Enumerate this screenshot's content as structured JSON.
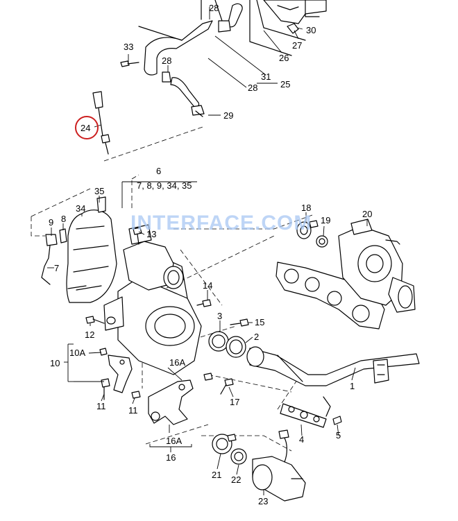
{
  "diagram": {
    "watermark": "INTERFACE.COM",
    "highlighted_callout": "24",
    "callouts": {
      "c1": "1",
      "c2": "2",
      "c3": "3",
      "c4": "4",
      "c5": "5",
      "c6": "6",
      "c6_list": "7, 8, 9, 34, 35",
      "c7": "7",
      "c8": "8",
      "c9": "9",
      "c10": "10",
      "c10a": "10A",
      "c11a": "11",
      "c11b": "11",
      "c12": "12",
      "c13": "13",
      "c14": "14",
      "c15": "15",
      "c16": "16",
      "c16a_top": "16A",
      "c16a_bottom": "16A",
      "c17": "17",
      "c18": "18",
      "c19": "19",
      "c20": "20",
      "c21": "21",
      "c22": "22",
      "c23": "23",
      "c24": "24",
      "c25": "25",
      "c26": "26",
      "c27": "27",
      "c28a": "28",
      "c28b": "28",
      "c28c": "28",
      "c29": "29",
      "c30": "30",
      "c31": "31",
      "c33": "33",
      "c34": "34",
      "c35": "35"
    }
  }
}
